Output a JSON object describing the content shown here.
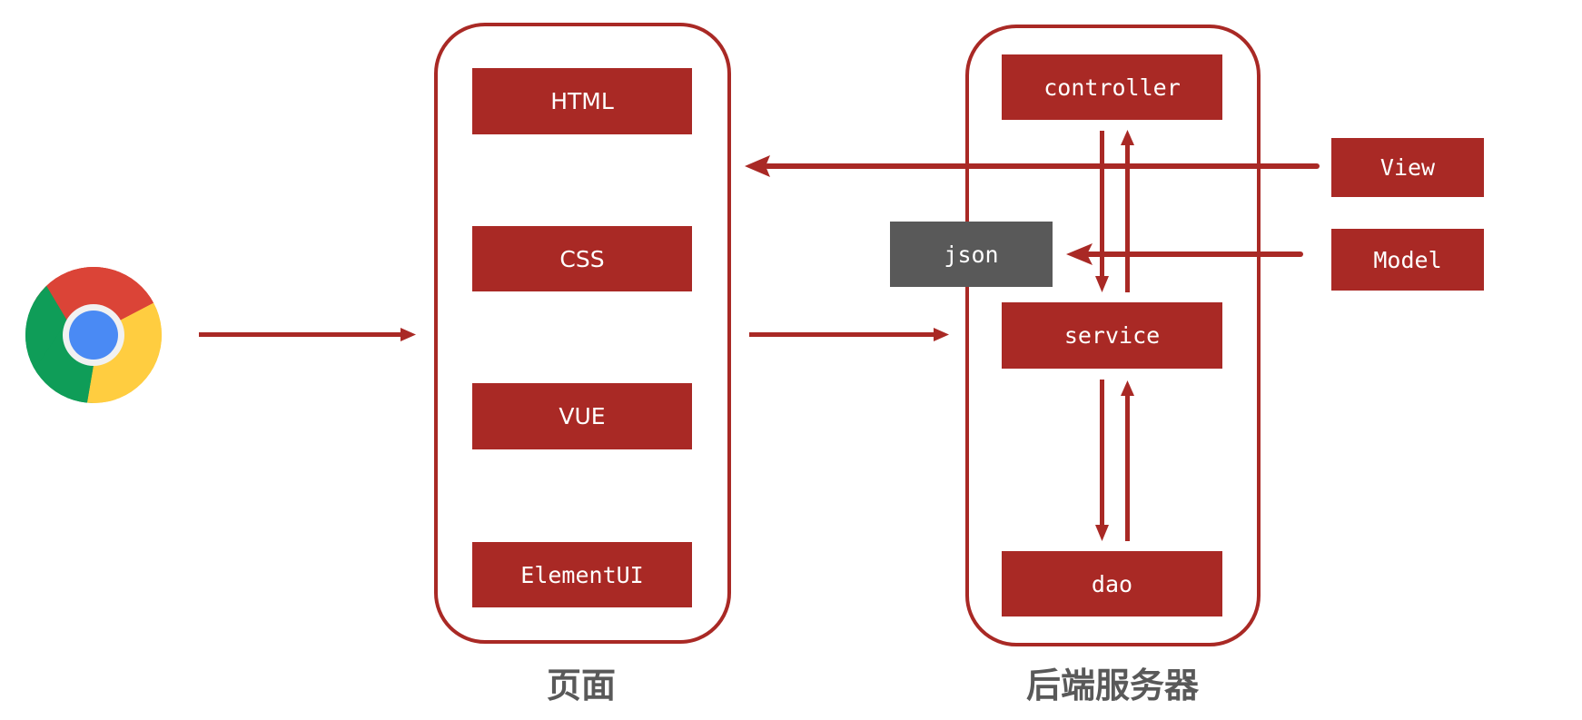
{
  "diagram": {
    "browser": {
      "icon": "chrome-browser-icon"
    },
    "frontend": {
      "label": "页面",
      "items": [
        {
          "label": "HTML"
        },
        {
          "label": "CSS"
        },
        {
          "label": "VUE"
        },
        {
          "label": "ElementUI"
        }
      ]
    },
    "backend": {
      "label": "后端服务器",
      "layers": [
        {
          "label": "controller"
        },
        {
          "label": "service"
        },
        {
          "label": "dao"
        }
      ],
      "json_box": {
        "label": "json"
      }
    },
    "mvc": {
      "view": {
        "label": "View"
      },
      "model": {
        "label": "Model"
      }
    },
    "colors": {
      "accent": "#a92925",
      "json_box": "#595959",
      "caption": "#595959"
    }
  }
}
